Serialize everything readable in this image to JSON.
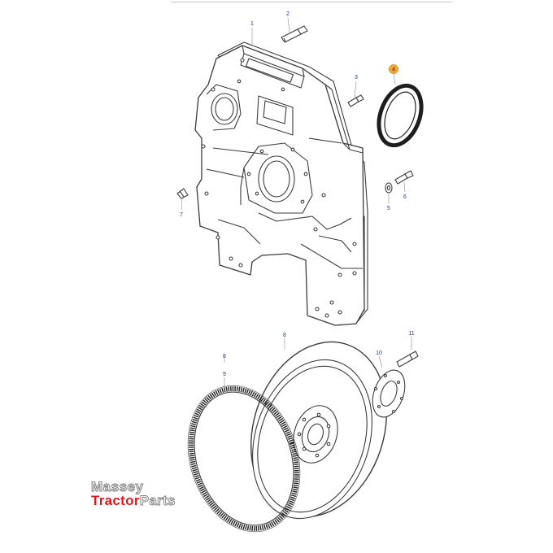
{
  "callouts": {
    "c1": "1",
    "c2": "2",
    "c3": "3",
    "c4": "4",
    "c5": "5",
    "c6": "6",
    "c7": "7",
    "c8": "8",
    "c9": "9",
    "c10": "10",
    "c11": "11"
  },
  "highlighted_part": "4",
  "colors": {
    "line": "#3c3c3c",
    "callout_text": "#1e3a8a",
    "highlight_badge": "#f2a93b",
    "logo_red": "#e3171b",
    "logo_outline": "#7d7d7d"
  },
  "logo": {
    "line1": "Massey",
    "line2_red": "Tractor",
    "line2_light": "Parts"
  }
}
